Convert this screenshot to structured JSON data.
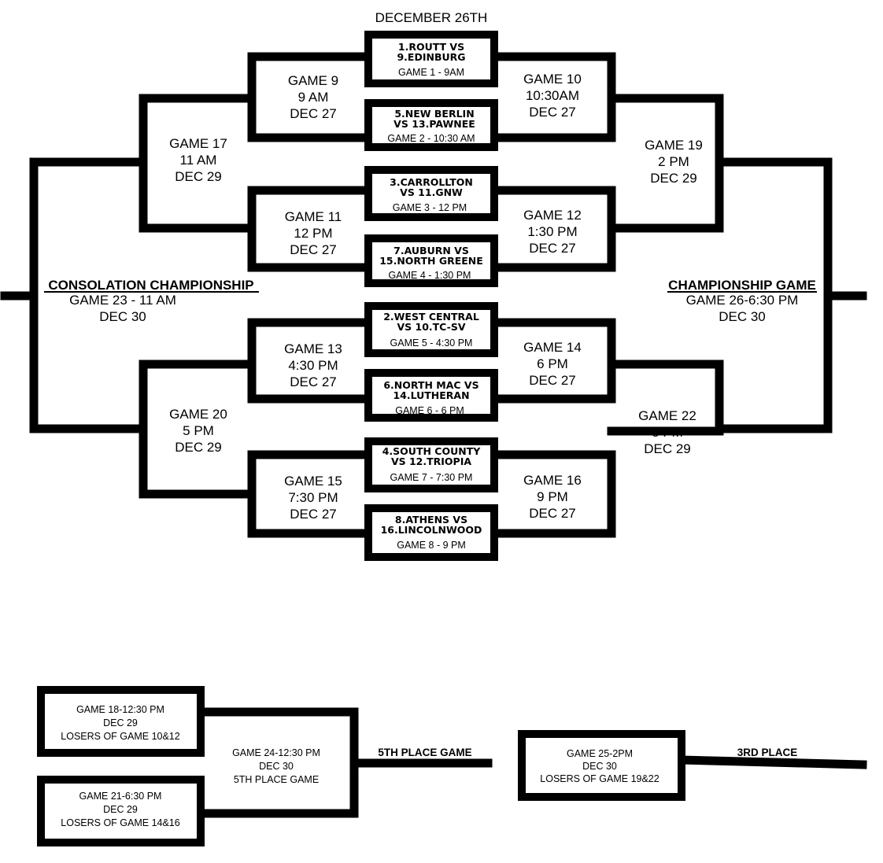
{
  "colors": {
    "line": "#000000",
    "background": "#ffffff"
  },
  "title": "DECEMBER 26TH",
  "first_round": [
    {
      "id": "g1",
      "matchup": [
        "1.ROUTT VS",
        "9.EDINBURG"
      ],
      "time": "GAME 1 - 9AM"
    },
    {
      "id": "g2",
      "matchup": [
        "5.NEW BERLIN",
        "VS 13.PAWNEE"
      ],
      "time": "GAME 2 - 10:30 AM"
    },
    {
      "id": "g3",
      "matchup": [
        "3.CARROLLTON",
        "VS 11.GNW"
      ],
      "time": "GAME 3 - 12 PM"
    },
    {
      "id": "g4",
      "matchup": [
        "7.AUBURN VS",
        "15.NORTH GREENE"
      ],
      "time": "GAME 4 - 1:30 PM"
    },
    {
      "id": "g5",
      "matchup": [
        "2.WEST CENTRAL",
        "VS 10.TC-SV"
      ],
      "time": "GAME 5 - 4:30 PM"
    },
    {
      "id": "g6",
      "matchup": [
        "6.NORTH MAC VS",
        "14.LUTHERAN"
      ],
      "time": "GAME 6 - 6 PM"
    },
    {
      "id": "g7",
      "matchup": [
        "4.SOUTH COUNTY",
        "VS 12.TRIOPIA"
      ],
      "time": "GAME 7 - 7:30 PM"
    },
    {
      "id": "g8",
      "matchup": [
        "8.ATHENS VS",
        "16.LINCOLNWOOD"
      ],
      "time": "GAME 8 - 9 PM"
    }
  ],
  "second_round_left": [
    {
      "id": "g9",
      "lines": [
        "GAME 9",
        "9 AM",
        "DEC 27"
      ]
    },
    {
      "id": "g11",
      "lines": [
        "GAME 11",
        "12 PM",
        "DEC 27"
      ]
    },
    {
      "id": "g13",
      "lines": [
        "GAME 13",
        "4:30 PM",
        "DEC 27"
      ]
    },
    {
      "id": "g15",
      "lines": [
        "GAME 15",
        "7:30 PM",
        "DEC 27"
      ]
    }
  ],
  "second_round_right": [
    {
      "id": "g10",
      "lines": [
        "GAME 10",
        "10:30AM",
        "DEC 27"
      ]
    },
    {
      "id": "g12",
      "lines": [
        "GAME 12",
        "1:30 PM",
        "DEC 27"
      ]
    },
    {
      "id": "g14",
      "lines": [
        "GAME 14",
        "6 PM",
        "DEC 27"
      ]
    },
    {
      "id": "g16",
      "lines": [
        "GAME 16",
        "9 PM",
        "DEC 27"
      ]
    }
  ],
  "third_round_left": [
    {
      "id": "g17",
      "lines": [
        "GAME 17",
        "11 AM",
        "DEC 29"
      ]
    },
    {
      "id": "g20",
      "lines": [
        "GAME 20",
        "5 PM",
        "DEC 29"
      ]
    }
  ],
  "third_round_right": [
    {
      "id": "g19",
      "lines": [
        "GAME 19",
        "2 PM",
        "DEC 29"
      ]
    },
    {
      "id": "g22",
      "lines": [
        "GAME 22",
        "8 PM",
        "DEC 29"
      ]
    }
  ],
  "consolation": {
    "title": "CONSOLATION CHAMPIONSHIP",
    "lines": [
      "GAME 23 - 11 AM",
      "DEC 30"
    ]
  },
  "championship": {
    "title": "CHAMPIONSHIP GAME",
    "lines": [
      "GAME 26-6:30 PM",
      "DEC 30"
    ]
  },
  "fifth_place": {
    "game18": [
      "GAME 18-12:30 PM",
      "DEC 29",
      "LOSERS OF GAME 10&12"
    ],
    "game21": [
      "GAME 21-6:30 PM",
      "DEC 29",
      "LOSERS OF GAME 14&16"
    ],
    "game24": [
      "GAME 24-12:30 PM",
      "DEC 30",
      "5TH PLACE GAME"
    ],
    "label": "5TH PLACE GAME"
  },
  "third_place": {
    "game25": [
      "GAME 25-2PM",
      "DEC 30",
      "LOSERS OF GAME 19&22"
    ],
    "label": "3RD PLACE"
  }
}
